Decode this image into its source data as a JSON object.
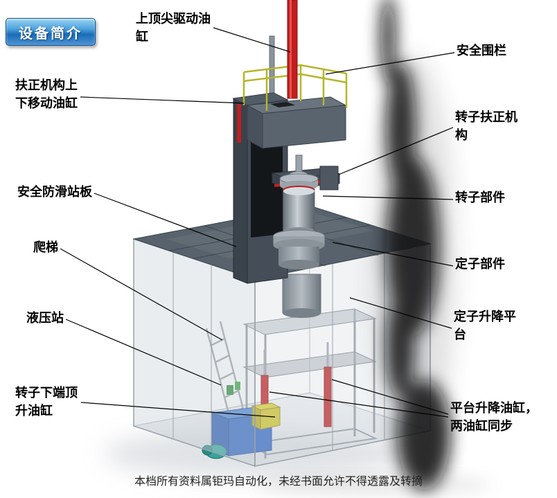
{
  "badge": {
    "label": "设备简介"
  },
  "labels": {
    "top_drive_cylinder": "上顶尖驱动油\n缸",
    "safety_fence": "安全围栏",
    "centering_move_cylinder": "扶正机构上\n下移动油缸",
    "rotor_centering_mechanism": "转子扶正机\n构",
    "anti_slip_platform": "安全防滑站板",
    "rotor_part": "转子部件",
    "ladder": "爬梯",
    "stator_part": "定子部件",
    "hydraulic_station": "液压站",
    "stator_lift_platform": "定子升降平\n台",
    "rotor_bottom_jack_cylinder": "转子下端顶\n升油缸",
    "platform_lift_cylinders": "平台升降油缸，\n两油缸同步"
  },
  "footer": {
    "text": "本档所有资料属钜玛自动化，未经书面允许不得透露及转摘"
  },
  "colors": {
    "accent_red": "#c41d1d",
    "badge_blue": "#1a6cb8",
    "hydraulic_blue": "#2f66c2",
    "railing_yellow": "#b5b52a",
    "platform_gray": "#57626c"
  }
}
